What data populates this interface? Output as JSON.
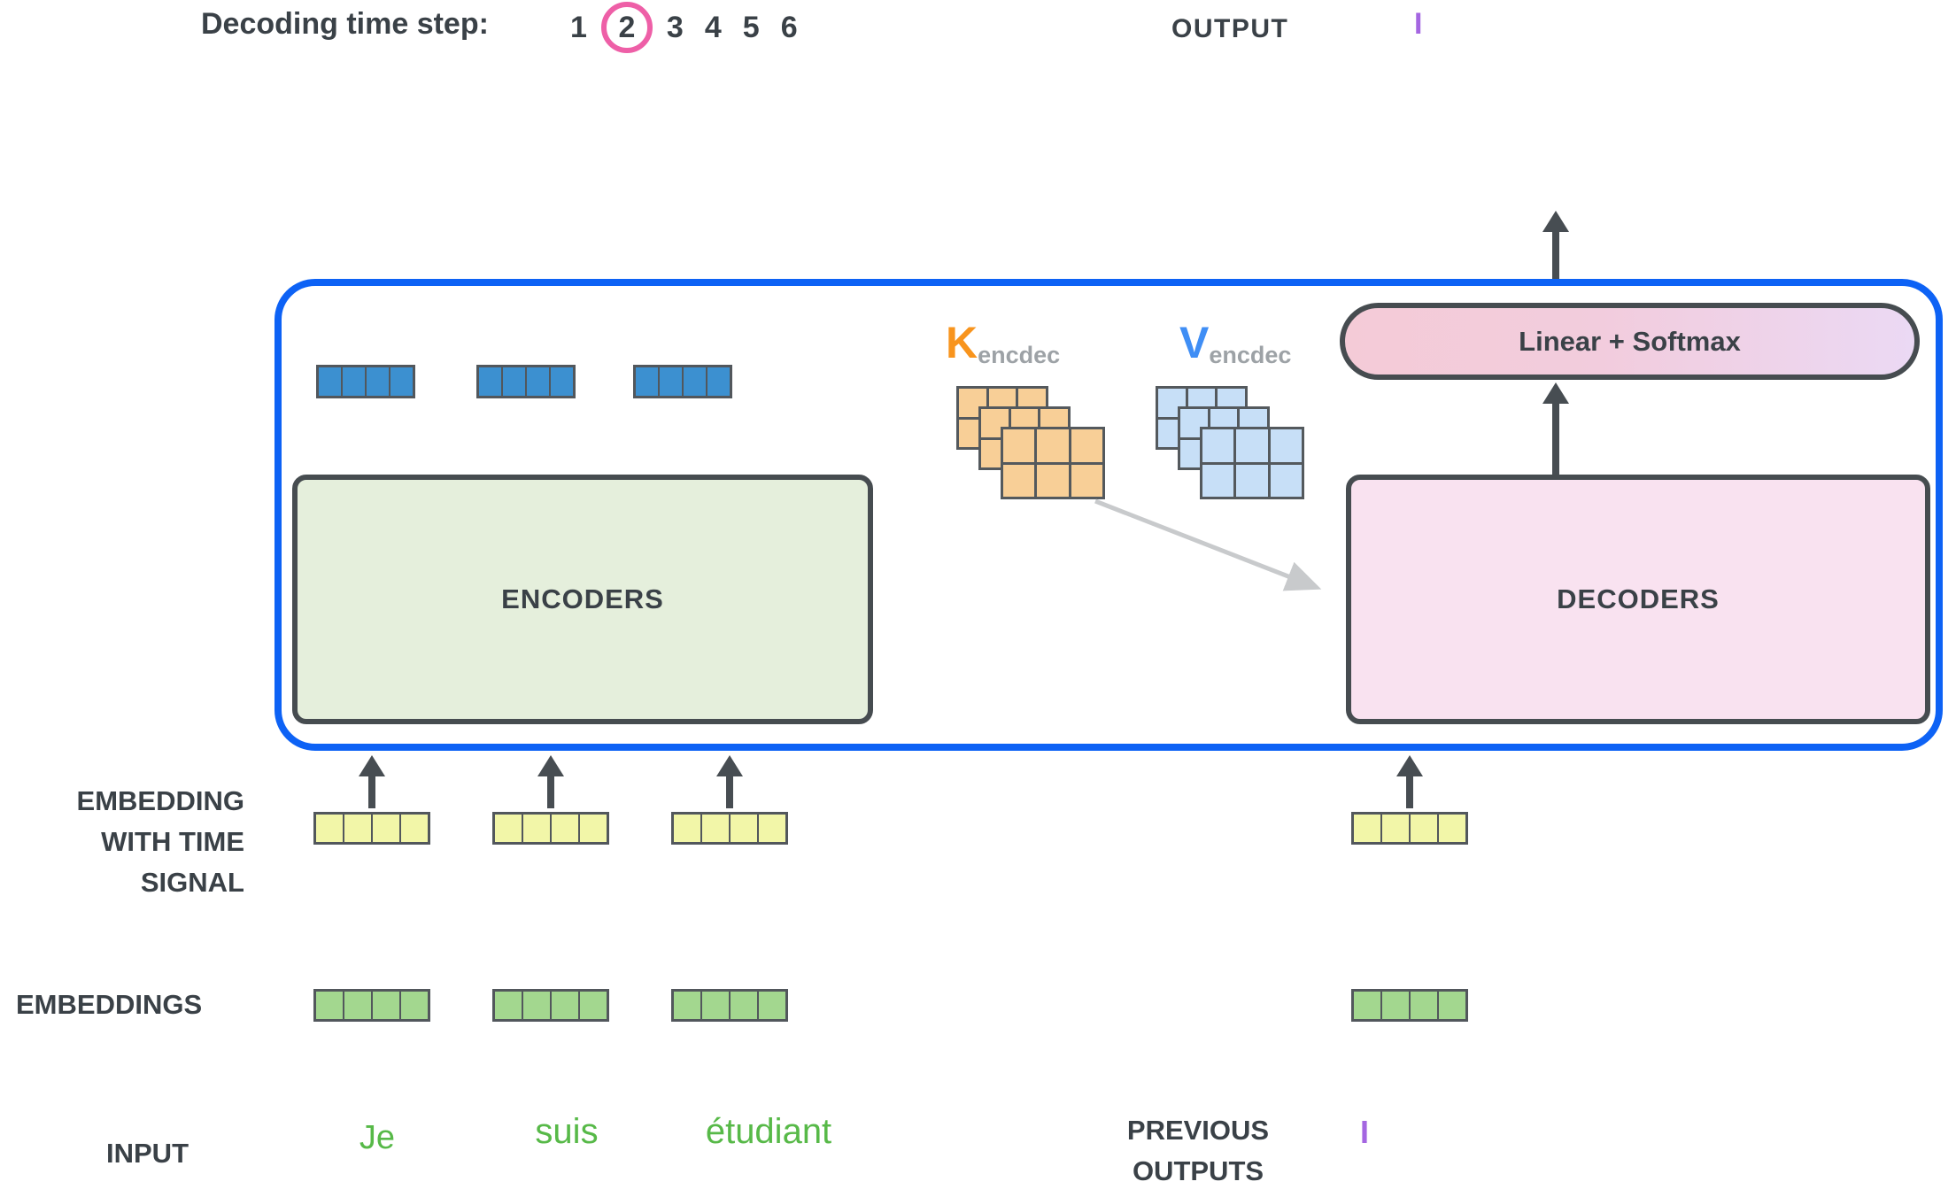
{
  "header": {
    "decoding_label": "Decoding time step:",
    "steps": [
      "1",
      "2",
      "3",
      "4",
      "5",
      "6"
    ],
    "active_step": "2",
    "output_label": "OUTPUT",
    "output_value": "I"
  },
  "diagram": {
    "encoders_label": "ENCODERS",
    "decoders_label": "DECODERS",
    "linear_softmax_label": "Linear + Softmax",
    "k_label": {
      "main": "K",
      "sub": "encdec"
    },
    "v_label": {
      "main": "V",
      "sub": "encdec"
    }
  },
  "left_labels": {
    "embedding_time_lines": [
      "EMBEDDING",
      "WITH TIME",
      "SIGNAL"
    ],
    "embeddings": "EMBEDDINGS",
    "input": "INPUT"
  },
  "bottom": {
    "input_words": [
      "Je",
      "suis",
      "étudiant"
    ],
    "previous_outputs_lines": [
      "PREVIOUS",
      "OUTPUTS"
    ],
    "previous_value": "I"
  },
  "colors": {
    "container_blue": "#0d62f5",
    "encoder_fill": "#e5efdc",
    "decoder_fill": "#f9e2f0",
    "softmax_gradient_start": "#f4cbd7",
    "softmax_gradient_end": "#ebd9f4",
    "vector_blue": "#3c90d0",
    "vector_yellow": "#f2f6a8",
    "vector_green": "#a3d78f",
    "matrix_orange": "#f8cf97",
    "matrix_blue": "#c7dff7",
    "k_letter": "#f8941d",
    "v_letter": "#3f8ef5",
    "word_green": "#57b948",
    "output_purple": "#a466e1",
    "step_circle_pink": "#ee5fa7",
    "text_dark": "#3a4147",
    "arrow_dark": "#474d52",
    "arrow_gray": "#c8cacc"
  }
}
